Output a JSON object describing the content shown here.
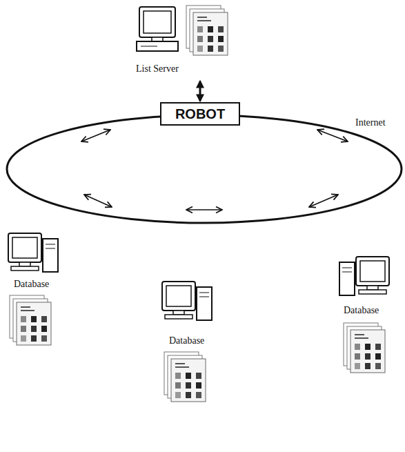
{
  "diagram": {
    "nodes": [
      {
        "text": [
          "List Server"
        ]
      },
      {
        "text": [
          "ROBOT"
        ]
      },
      {
        "text": [
          "Database"
        ]
      },
      {
        "text": [
          "Database"
        ]
      },
      {
        "text": [
          "Database"
        ]
      }
    ],
    "edges": [
      {
        "from": 0,
        "to": 1,
        "arrow": "both"
      }
    ],
    "labels": [
      "Internet"
    ]
  }
}
